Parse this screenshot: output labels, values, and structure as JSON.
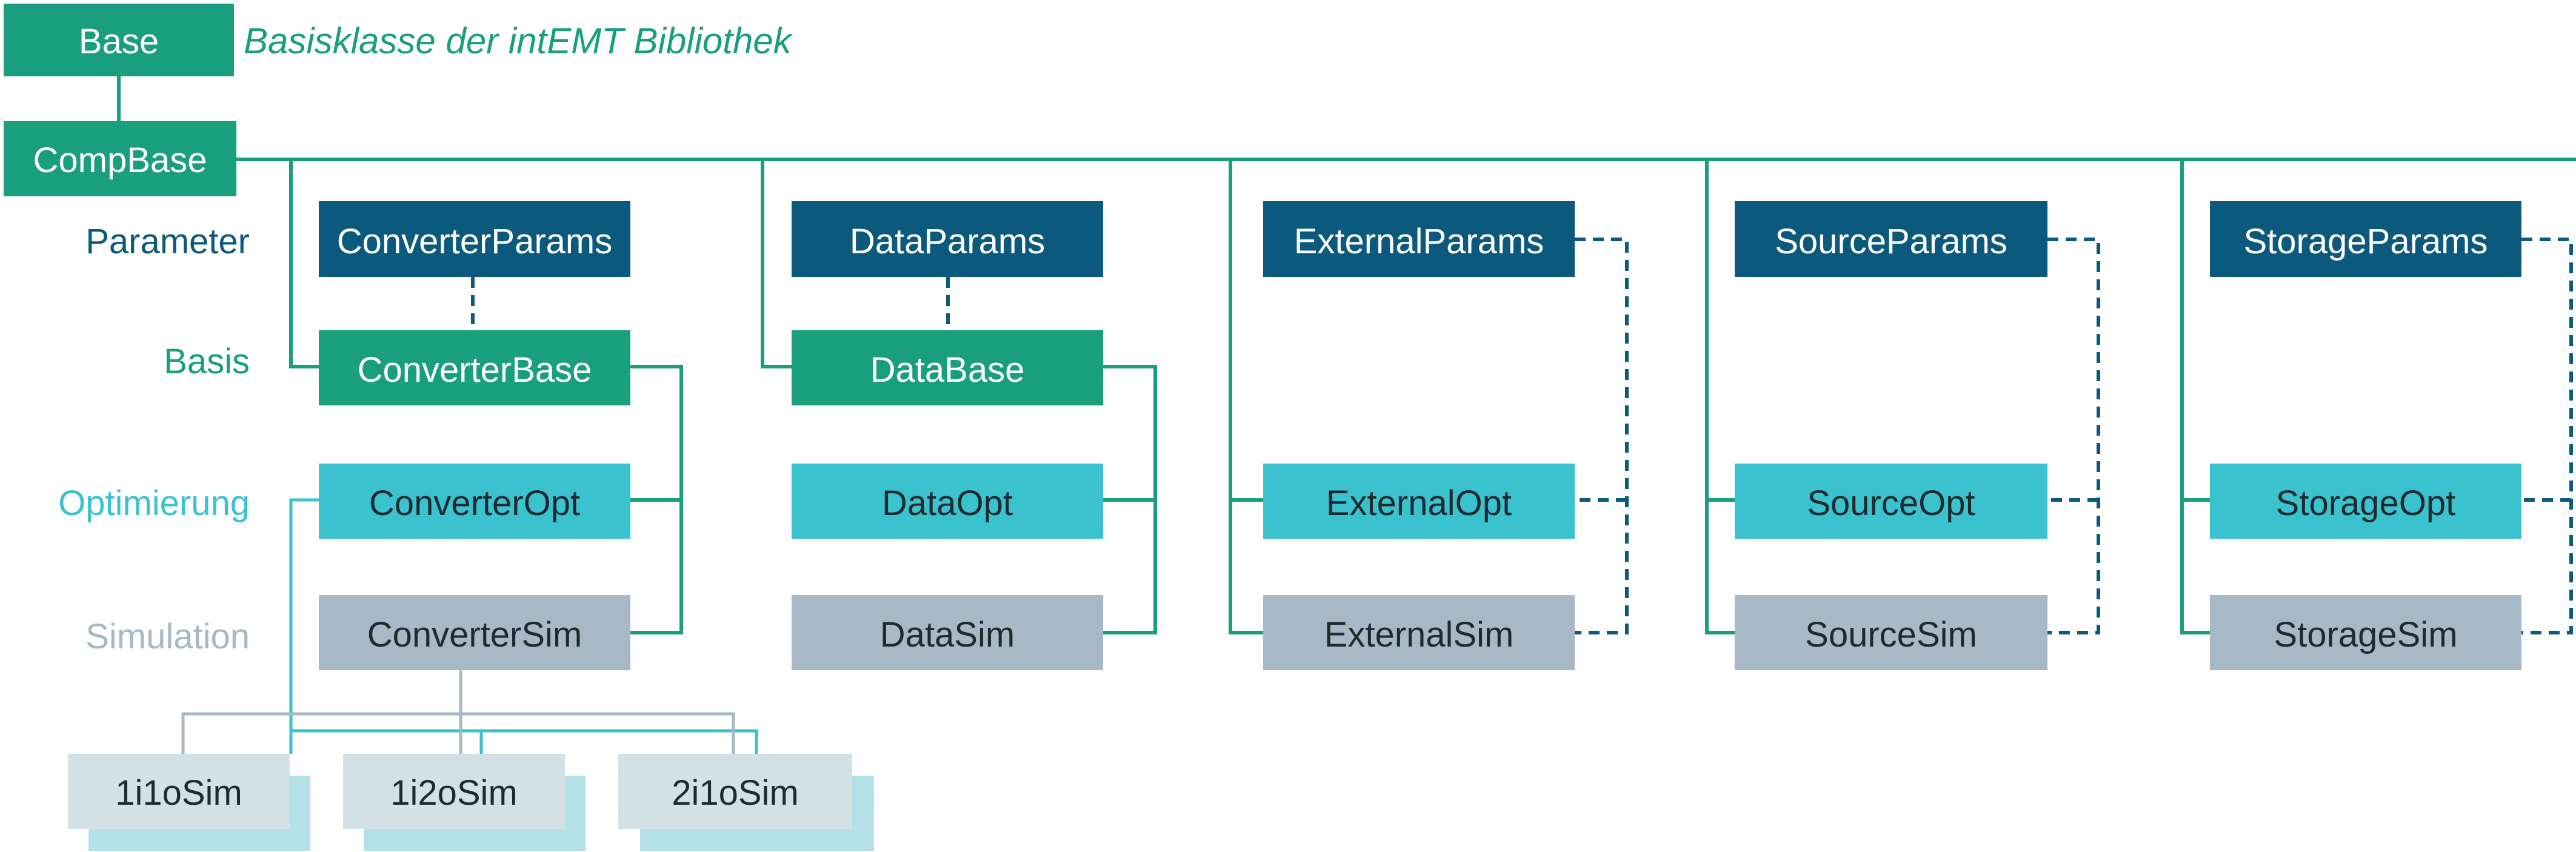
{
  "colors": {
    "base_green": "#199e7e",
    "params_blue": "#0b5a7d",
    "opt_cyan": "#3ac2cf",
    "sim_gray": "#a7b9c6",
    "leaf_light": "#d3e1e6",
    "leaf_shadow": "#b4e1e8",
    "row_label_params": "#0b5a7d",
    "row_label_basis": "#199e7e",
    "row_label_opt": "#3ac2cf",
    "row_label_sim": "#a7b9c6"
  },
  "base": {
    "label": "Base",
    "note": "Basisklasse der intEMT Bibliothek"
  },
  "compbase": {
    "label": "CompBase"
  },
  "row_labels": {
    "parameter": "Parameter",
    "basis": "Basis",
    "optimierung": "Optimierung",
    "simulation": "Simulation"
  },
  "columns": [
    {
      "params": "ConverterParams",
      "base": "ConverterBase",
      "opt": "ConverterOpt",
      "sim": "ConverterSim"
    },
    {
      "params": "DataParams",
      "base": "DataBase",
      "opt": "DataOpt",
      "sim": "DataSim"
    },
    {
      "params": "ExternalParams",
      "base": "",
      "opt": "ExternalOpt",
      "sim": "ExternalSim"
    },
    {
      "params": "SourceParams",
      "base": "",
      "opt": "SourceOpt",
      "sim": "SourceSim"
    },
    {
      "params": "StorageParams",
      "base": "",
      "opt": "StorageOpt",
      "sim": "StorageSim"
    }
  ],
  "leaves": [
    {
      "label": "1i1oSim"
    },
    {
      "label": "1i2oSim"
    },
    {
      "label": "2i1oSim"
    }
  ]
}
